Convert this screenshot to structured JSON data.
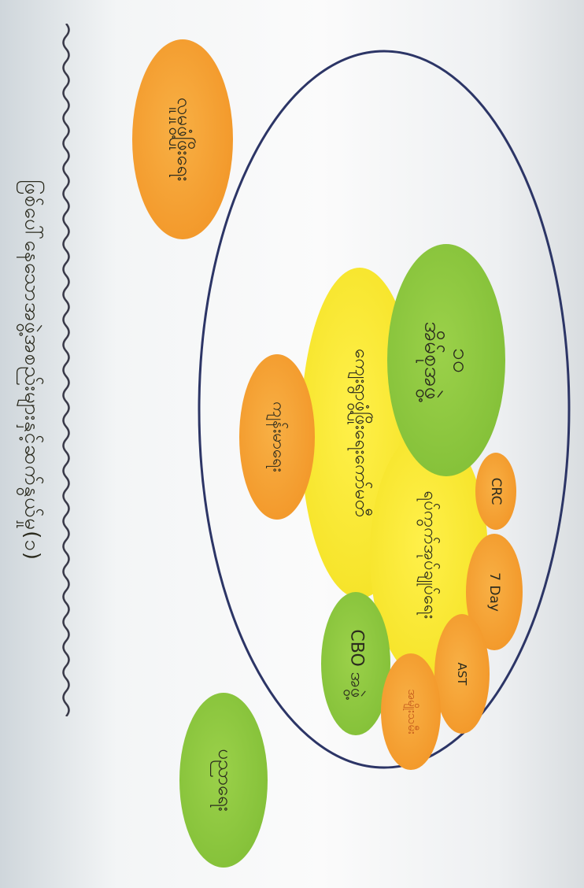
{
  "title": "ဖြစ်ပေါ်နေသောအဖွဲ့အစည်းများနှင့်ဆက်နွယ်မှု(၁)",
  "outside_nodes": {
    "orange_top": "လူမှုဖွံ့ဖြိုးရေး",
    "green_bottom": "ပညာရေး"
  },
  "inside_nodes": {
    "center_yellow": "ကျေးရွာဖွံ့ဖြိုးရေးကော်မတီ",
    "green_big_line1": "၁၀",
    "green_big_line2": "အိမ်စုအဖွဲ့",
    "orange_mid": "ကျန်းမာရေး",
    "yellow_lower": "ရပ်ကွက်အုပ်ချုပ်ရေး",
    "green_small": "CBO အဖွဲ့",
    "orange_crc": "CRC",
    "orange_7day": "7 Day",
    "orange_ast": "AST",
    "orange_bottom": "အမျိုးသမီး"
  },
  "colors": {
    "orange": "#f39a2c",
    "green": "#86c23a",
    "yellow": "#f6e42a",
    "ink": "#2b2b1e",
    "boundary": "#2c3566"
  }
}
